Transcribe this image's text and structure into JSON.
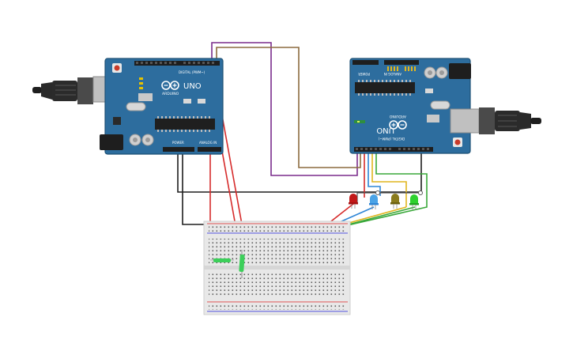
{
  "board_left": {
    "model": "UNO",
    "brand": "ARDUINO",
    "header_digital": "DIGITAL (PWM~)",
    "header_power": "POWER",
    "header_analog": "ANALOG IN"
  },
  "board_right": {
    "model": "UNO",
    "brand": "ARDUINO",
    "header_digital": "DIGITAL (PWM~)",
    "header_analog": "ANALOG IN",
    "header_power": "POWER"
  },
  "colors": {
    "board": "#2d6d9e",
    "board_edge": "#1f5276",
    "wire_red": "#d62b2b",
    "wire_black": "#1e1e1e",
    "wire_purple": "#7a2c8c",
    "wire_brown": "#8b6a3e",
    "wire_blue": "#2f86d6",
    "wire_yellow": "#e0b51f",
    "wire_green": "#3aa83a",
    "wire_dark": "#555555",
    "led_red": "#c21818",
    "led_blue": "#4aa3e6",
    "led_olive": "#8a7b1c",
    "led_green": "#2ed12e",
    "breadboard": "#e8e8e8"
  }
}
